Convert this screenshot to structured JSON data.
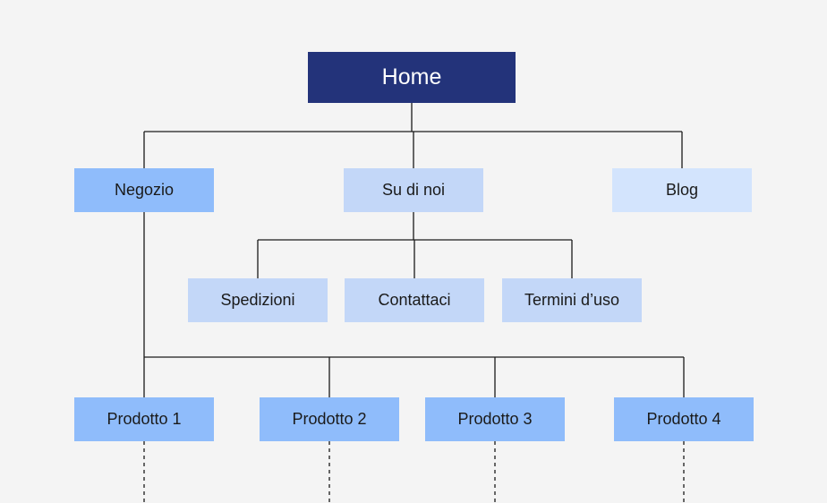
{
  "colors": {
    "background": "#f4f4f4",
    "line": "#1a1a1a",
    "root_fill": "#23337a",
    "root_text": "#ffffff",
    "shop_fill": "#8fbcfb",
    "about_fill": "#c3d7f8",
    "blog_fill": "#d3e4fd",
    "product_fill": "#8fbcfb"
  },
  "nodes": {
    "home": "Home",
    "negozio": "Negozio",
    "su_di_noi": "Su di noi",
    "blog": "Blog",
    "spedizioni": "Spedizioni",
    "contattaci": "Contattaci",
    "termini": "Termini d’uso",
    "prodotto_1": "Prodotto 1",
    "prodotto_2": "Prodotto 2",
    "prodotto_3": "Prodotto 3",
    "prodotto_4": "Prodotto 4"
  },
  "edges": [
    {
      "from": "home",
      "to": "negozio"
    },
    {
      "from": "home",
      "to": "su_di_noi"
    },
    {
      "from": "home",
      "to": "blog"
    },
    {
      "from": "su_di_noi",
      "to": "spedizioni"
    },
    {
      "from": "su_di_noi",
      "to": "contattaci"
    },
    {
      "from": "su_di_noi",
      "to": "termini"
    },
    {
      "from": "negozio",
      "to": "prodotto_1"
    },
    {
      "from": "negozio",
      "to": "prodotto_2"
    },
    {
      "from": "negozio",
      "to": "prodotto_3"
    },
    {
      "from": "negozio",
      "to": "prodotto_4"
    }
  ],
  "continuation_edges": [
    "prodotto_1",
    "prodotto_2",
    "prodotto_3",
    "prodotto_4"
  ]
}
